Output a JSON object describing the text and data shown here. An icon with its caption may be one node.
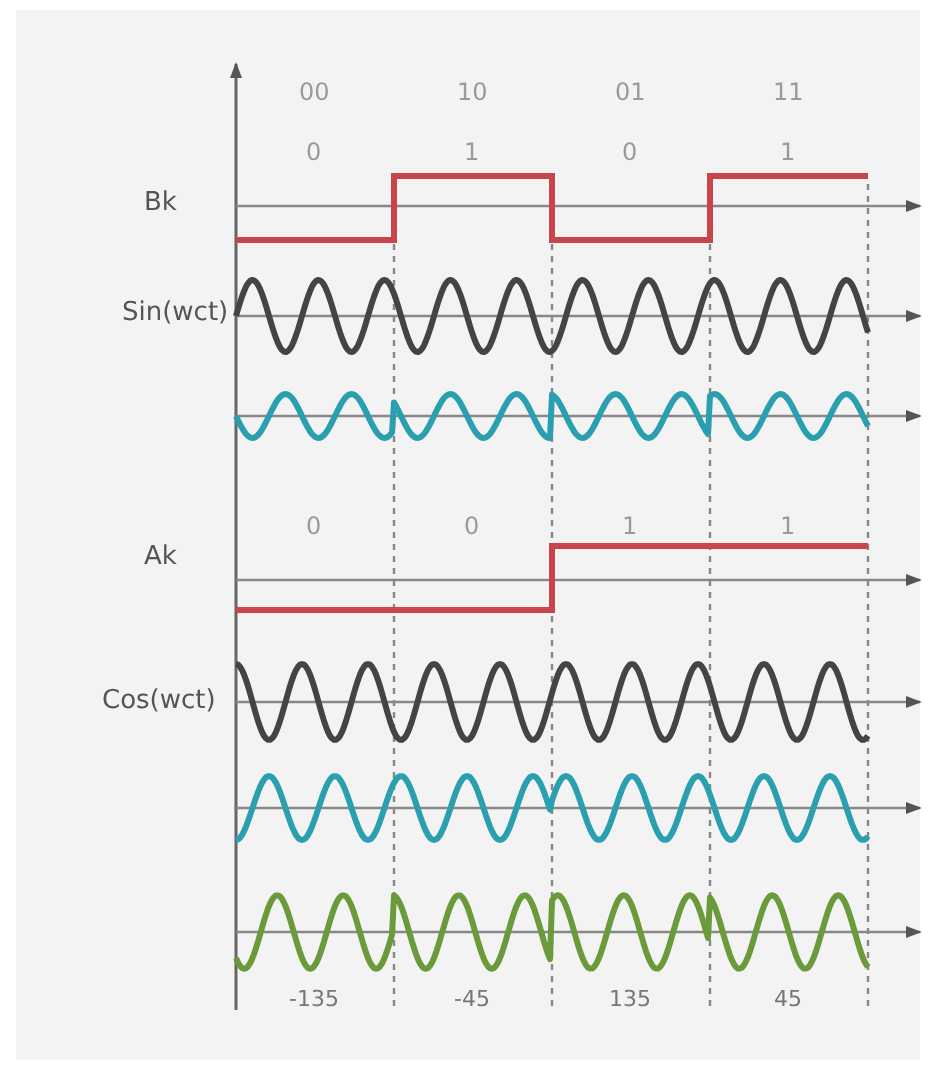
{
  "diagram": {
    "labels": [
      "00",
      "10",
      "01",
      "11",
      "0",
      "1",
      "0",
      "1",
      "Bk",
      "Sin(wct)",
      "0",
      "0",
      "1",
      "1",
      "Ak",
      "Cos(wct)",
      "-135",
      "-45",
      "135",
      "45"
    ]
  }
}
